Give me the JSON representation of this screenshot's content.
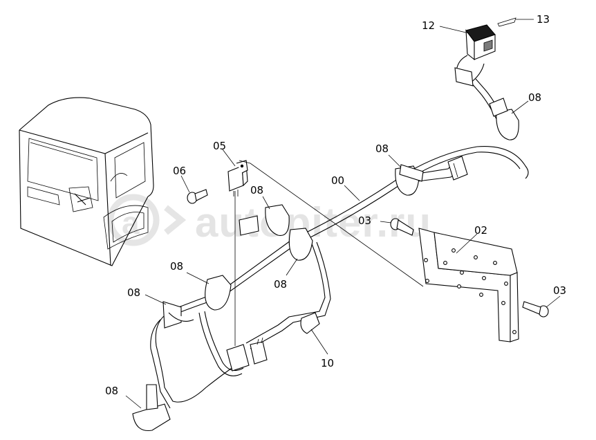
{
  "watermark": {
    "text": "autopiter.ru"
  },
  "callouts": {
    "c00": "00",
    "c02": "02",
    "c03a": "03",
    "c03b": "03",
    "c05": "05",
    "c06": "06",
    "c08a": "08",
    "c08b": "08",
    "c08c": "08",
    "c08d": "08",
    "c08e": "08",
    "c08f": "08",
    "c08g": "08",
    "c10": "10",
    "c12": "12",
    "c13": "13"
  }
}
